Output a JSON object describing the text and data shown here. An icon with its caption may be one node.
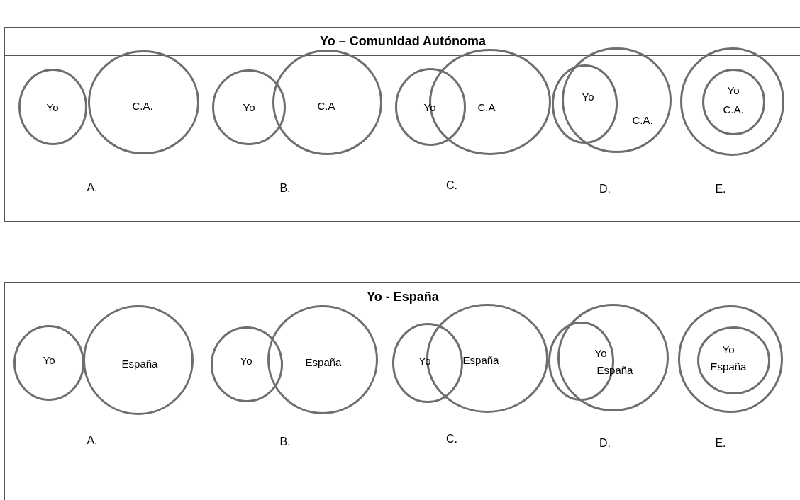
{
  "diagram": {
    "nodes": [
      {
        "text": [
          "Yo – Comunidad Autónoma"
        ]
      },
      {
        "text": [
          "Yo"
        ],
        "in": 0
      },
      {
        "text": [
          "C.A."
        ],
        "in": 0
      },
      {
        "text": [
          "Yo"
        ],
        "in": 0
      },
      {
        "text": [
          "C.A"
        ],
        "in": 0
      },
      {
        "text": [
          "Yo"
        ],
        "in": 0
      },
      {
        "text": [
          "C.A"
        ],
        "in": 0
      },
      {
        "text": [
          "Yo"
        ],
        "in": 0
      },
      {
        "text": [
          "C.A."
        ],
        "in": 0
      },
      {
        "text": [],
        "shape": "circle",
        "in": 0
      },
      {
        "text": [
          "Yo",
          "C.A."
        ],
        "in": 9
      },
      {
        "text": [
          "Yo - España"
        ]
      },
      {
        "text": [
          "Yo"
        ],
        "in": 11
      },
      {
        "text": [
          "España"
        ],
        "in": 11
      },
      {
        "text": [
          "Yo"
        ],
        "in": 11
      },
      {
        "text": [
          "España"
        ],
        "in": 11
      },
      {
        "text": [
          "Yo"
        ],
        "in": 11
      },
      {
        "text": [
          "España"
        ],
        "in": 11
      },
      {
        "text": [
          "Yo"
        ],
        "in": 11
      },
      {
        "text": [
          "España"
        ],
        "in": 11
      },
      {
        "text": [],
        "shape": "circle",
        "in": 11
      },
      {
        "text": [
          "Yo",
          "España"
        ],
        "in": 20
      }
    ],
    "labels": [
      "A.",
      "B.",
      "C.",
      "D.",
      "E.",
      "A.",
      "B.",
      "C.",
      "D.",
      "E."
    ]
  }
}
